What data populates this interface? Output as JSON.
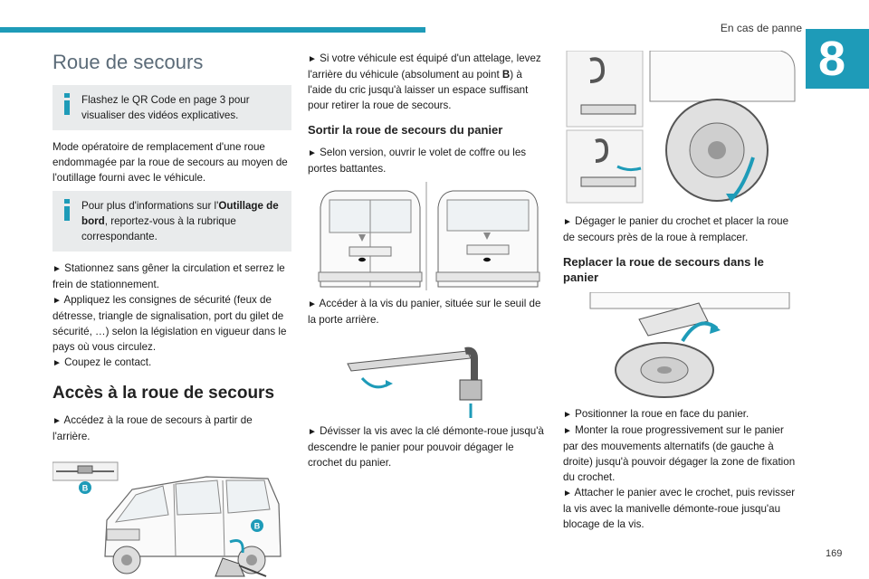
{
  "header": {
    "section": "En cas de panne",
    "chapter": "8"
  },
  "col1": {
    "title": "Roue de secours",
    "info1": "Flashez le QR Code en page 3 pour visualiser des vidéos explicatives.",
    "intro": "Mode opératoire de remplacement d'une roue endommagée par la roue de secours au moyen de l'outillage fourni avec le véhicule.",
    "info2_pre": "Pour plus d'informations sur l'",
    "info2_bold": "Outillage de bord",
    "info2_post": ", reportez-vous à la rubrique correspondante.",
    "step1": "Stationnez sans gêner la circulation et serrez le frein de stationnement.",
    "step2": "Appliquez les consignes de sécurité (feux de détresse, triangle de signalisation, port du gilet de sécurité, …) selon la législation en vigueur dans le pays où vous circulez.",
    "step3": "Coupez le contact.",
    "h2": "Accès à la roue de secours",
    "step4": "Accédez à la roue de secours à partir de l'arrière.",
    "fig_label_b": "B"
  },
  "col2": {
    "step1_pre": "Si votre véhicule est équipé d'un attelage, levez l'arrière du véhicule (absolument au point ",
    "step1_bold": "B",
    "step1_post": ") à l'aide du cric jusqu'à laisser un espace suffisant pour retirer la roue de secours.",
    "h3": "Sortir la roue de secours du panier",
    "step2": "Selon version, ouvrir le volet de coffre ou les portes battantes.",
    "step3": "Accéder à la vis du panier, située sur le seuil de la porte arrière.",
    "step4": "Dévisser la vis avec la clé démonte-roue jusqu'à descendre le panier pour pouvoir dégager le crochet du panier."
  },
  "col3": {
    "step1": "Dégager le panier du crochet et placer la roue de secours près de la roue à remplacer.",
    "h3": "Replacer la roue de secours dans le panier",
    "step2": "Positionner la roue en face du panier.",
    "step3": "Monter la roue progressivement sur le panier par des mouvements alternatifs (de gauche à droite) jusqu'à pouvoir dégager la zone de fixation du crochet.",
    "step4": "Attacher le panier avec le crochet, puis revisser la vis avec la manivelle démonte-roue jusqu'au blocage de la vis."
  },
  "footer": {
    "page": "169"
  },
  "arrow_glyph": "►",
  "colors": {
    "accent": "#1e9bb8",
    "info_bg": "#e9ebec"
  }
}
